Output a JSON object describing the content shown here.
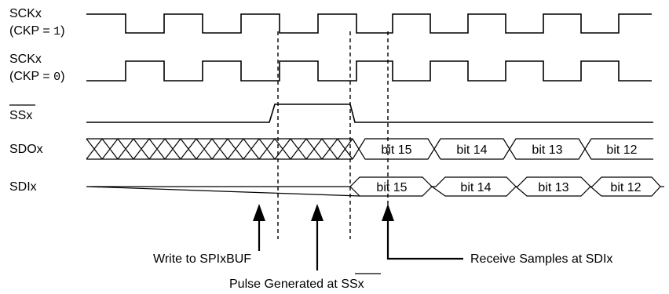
{
  "signals": {
    "sck1": {
      "name": "SCKx",
      "cond_prefix": "(CKP = ",
      "cond_value": "1",
      "cond_suffix": ")"
    },
    "sck0": {
      "name": "SCKx",
      "cond_prefix": "(CKP = ",
      "cond_value": "0",
      "cond_suffix": ")"
    },
    "ss": {
      "name": "SSx"
    },
    "sdo": {
      "name": "SDOx",
      "bits": [
        "bit 15",
        "bit 14",
        "bit 13",
        "bit 12"
      ]
    },
    "sdi": {
      "name": "SDIx",
      "bits": [
        "bit 15",
        "bit 14",
        "bit 13",
        "bit 12"
      ]
    }
  },
  "annotations": {
    "write": "Write to SPIxBUF",
    "pulse_prefix": "Pulse Generated at ",
    "pulse_signal": "SSx",
    "receive": "Receive Samples at SDIx"
  }
}
